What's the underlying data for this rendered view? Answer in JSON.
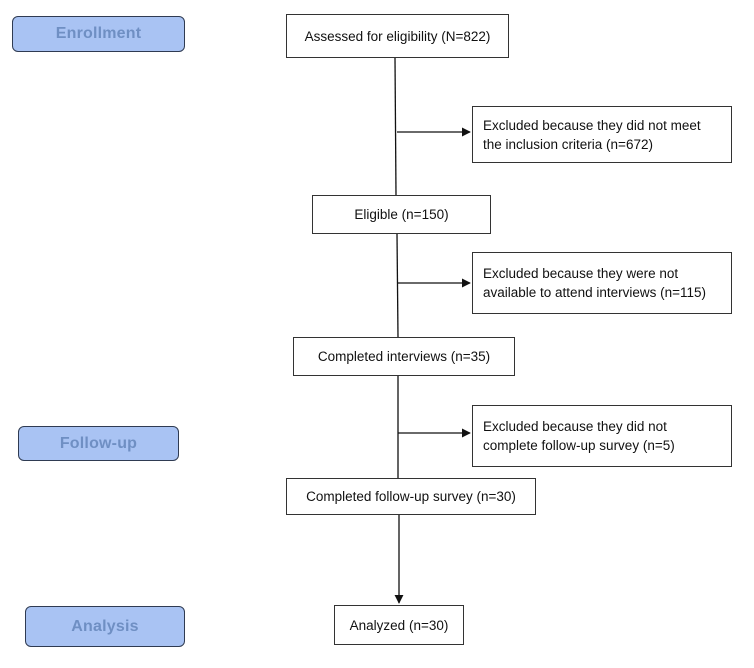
{
  "stages": {
    "enrollment": "Enrollment",
    "followup": "Follow-up",
    "analysis": "Analysis"
  },
  "boxes": {
    "assessed": "Assessed for eligibility (N=822)",
    "excluded_criteria": [
      "Excluded because they did not meet",
      "the inclusion criteria (n=672)"
    ],
    "eligible": "Eligible (n=150)",
    "excluded_interviews": [
      "Excluded because they were not",
      "available to attend interviews (n=115)"
    ],
    "completed_interviews": "Completed interviews (n=35)",
    "excluded_followup": [
      "Excluded because they did not",
      "complete follow-up survey (n=5)"
    ],
    "completed_followup": "Completed follow-up survey (n=30)",
    "analyzed": "Analyzed (n=30)"
  },
  "colors": {
    "stage_fill": "#a9c3f3",
    "stage_text": "#6f8fc3",
    "stage_border": "#2f3b52",
    "box_border": "#333333",
    "line": "#111111"
  }
}
